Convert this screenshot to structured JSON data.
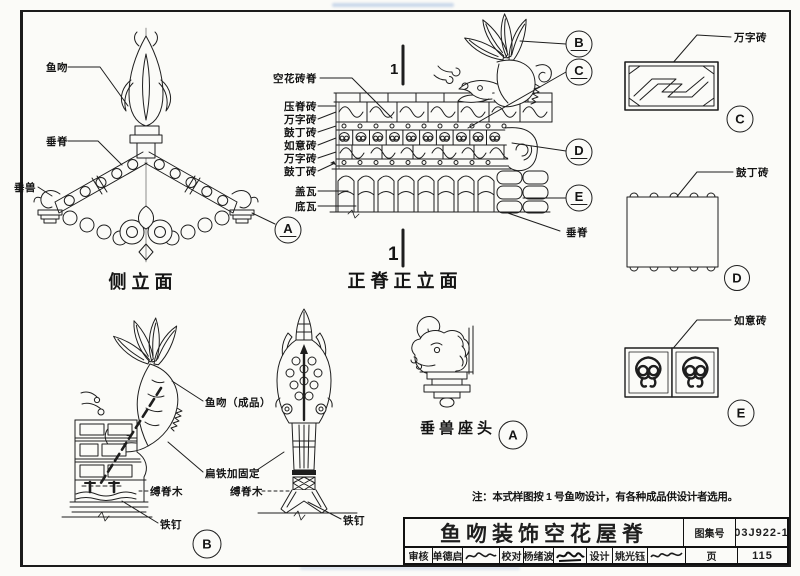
{
  "side_elevation": {
    "caption": "侧立面",
    "label_fish_finial": "鱼吻",
    "label_hip_ridge": "垂脊",
    "label_ridge_beast": "垂兽",
    "detail_ref": "A"
  },
  "ridge_elevation": {
    "caption": "正脊正立面",
    "section_mark": "1",
    "left_labels": [
      "空花砖脊",
      "压脊砖",
      "万字砖",
      "鼓丁砖",
      "如意砖",
      "万字砖",
      "鼓丁砖",
      "盖瓦",
      "底瓦"
    ],
    "right_label": "垂脊",
    "detail_refs": [
      "B",
      "C",
      "D",
      "E"
    ]
  },
  "brick_details": {
    "wanzi": {
      "label": "万字砖",
      "marker": "C"
    },
    "guding": {
      "label": "鼓丁砖",
      "marker": "D"
    },
    "ruyi": {
      "label": "如意砖",
      "marker": "E"
    }
  },
  "fish_detail_side": {
    "marker": "B",
    "label_finished_fish": "鱼吻（成品）",
    "label_flat_iron": "扁铁加固定",
    "label_ridge_wood": "缚脊木",
    "label_iron_nail": "铁钉"
  },
  "fish_detail_front": {
    "label_ridge_wood": "缚脊木",
    "label_iron_nail": "铁钉"
  },
  "beast_seat": {
    "caption": "垂兽座头",
    "marker": "A"
  },
  "note": "注：本式样图按 1 号鱼吻设计，有各种成品供设计者选用。",
  "title_block": {
    "title": "鱼吻装饰空花屋脊",
    "atlas_label": "图集号",
    "atlas_no": "03J922-1",
    "page_label": "页",
    "page_no": "115",
    "reviewer_label": "审核",
    "reviewer": "单德启",
    "proofreader_label": "校对",
    "proofreader": "杨绪波",
    "designer_label": "设计",
    "designer": "姚光钰"
  },
  "colors": {
    "ink": "#1e1e1e",
    "paper": "#fbfbf8",
    "artifact_blue": "#4a79c4"
  }
}
